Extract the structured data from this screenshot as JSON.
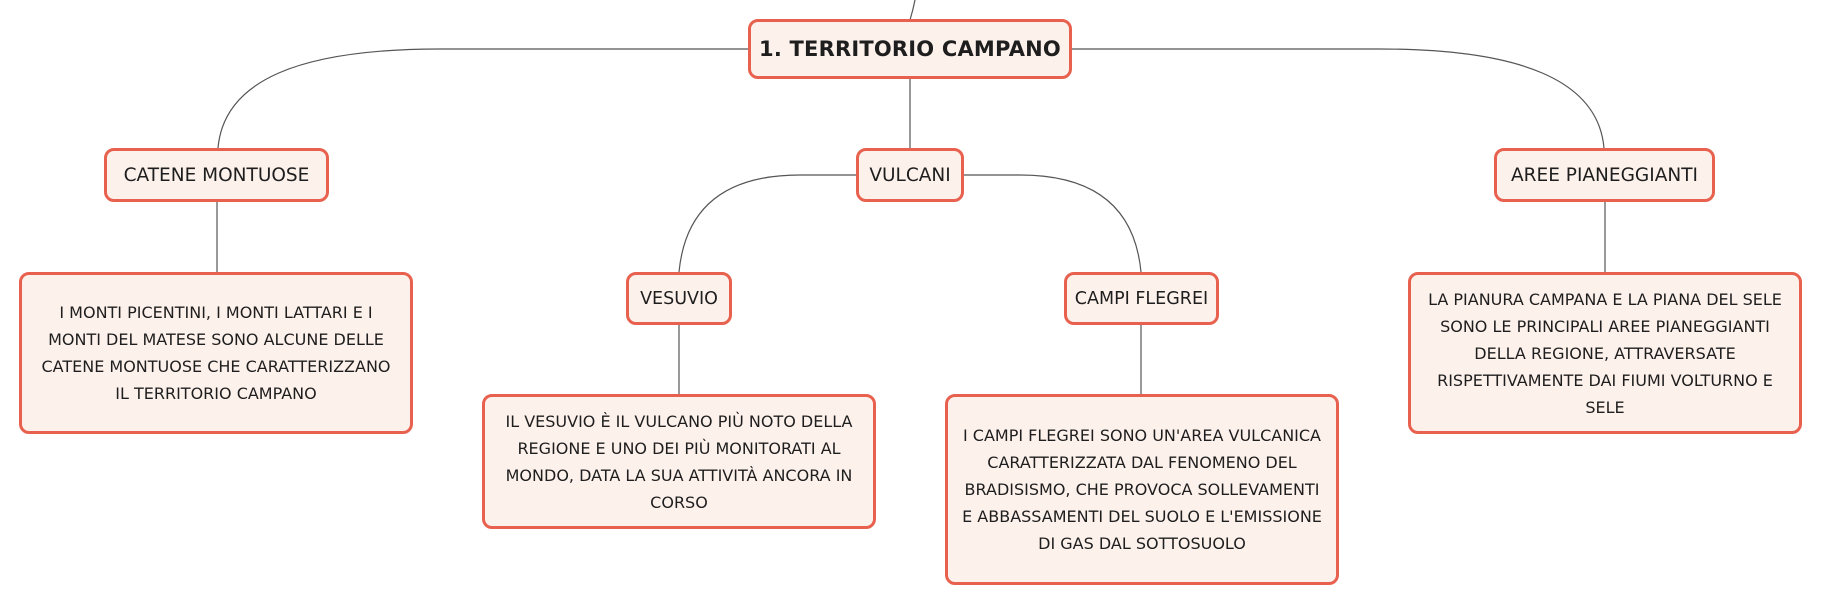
{
  "diagram": {
    "root": {
      "label": "1. TERRITORIO CAMPANO"
    },
    "branches": {
      "catene": {
        "label": "CATENE MONTUOSE",
        "description": "I MONTI PICENTINI, I MONTI LATTARI E I MONTI DEL MATESE SONO ALCUNE DELLE CATENE MONTUOSE CHE CARATTERIZZANO IL TERRITORIO CAMPANO"
      },
      "vulcani": {
        "label": "VULCANI",
        "vesuvio": {
          "label": "VESUVIO",
          "description": "IL VESUVIO È IL VULCANO PIÙ NOTO DELLA REGIONE E UNO DEI PIÙ MONITORATI AL MONDO, DATA LA SUA ATTIVITÀ ANCORA IN CORSO"
        },
        "campi": {
          "label": "CAMPI FLEGREI",
          "description": "I CAMPI FLEGREI SONO UN'AREA VULCANICA CARATTERIZZATA DAL FENOMENO DEL BRADISISMO, CHE PROVOCA SOLLEVAMENTI E ABBASSAMENTI DEL SUOLO E L'EMISSIONE DI GAS DAL SOTTOSUOLO"
        }
      },
      "aree": {
        "label": "AREE PIANEGGIANTI",
        "description": "LA PIANURA CAMPANA E LA PIANA DEL SELE SONO LE PRINCIPALI AREE PIANEGGIANTI DELLA REGIONE, ATTRAVERSATE RISPETTIVAMENTE DAI FIUMI VOLTURNO E SELE"
      }
    }
  },
  "colors": {
    "node_border": "#e8614f",
    "node_fill": "#fdf1ec",
    "connector": "#555555",
    "text": "#1e1e1e"
  }
}
